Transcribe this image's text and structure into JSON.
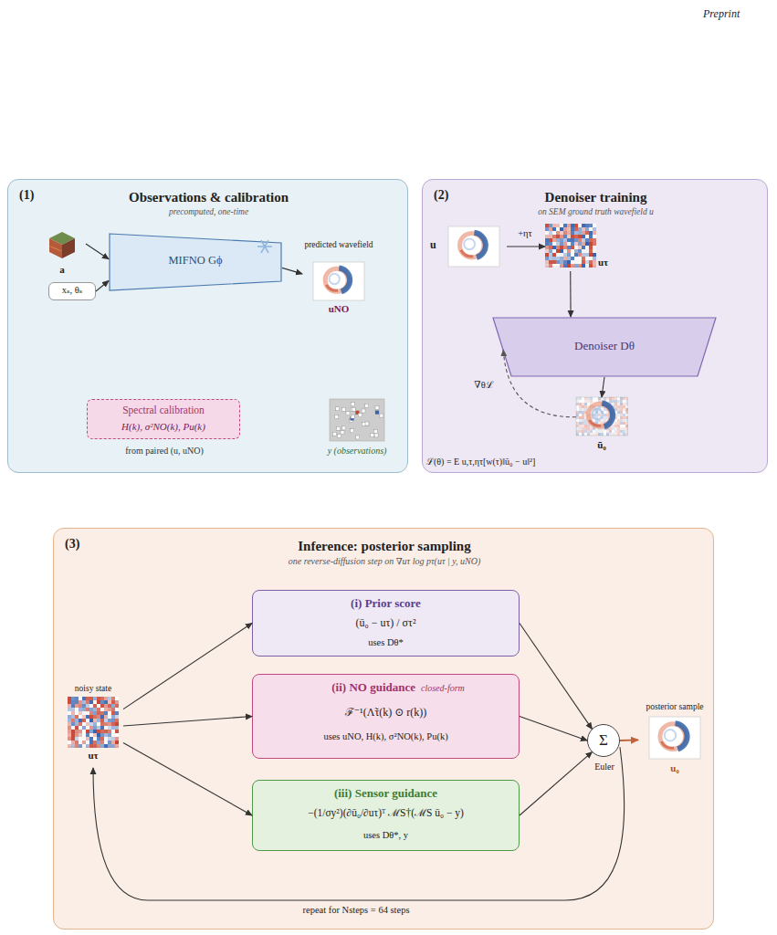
{
  "diagram": {
    "nodes": [
      {
        "text": [
          "(1)",
          "Observations & calibration",
          "precomputed, one-time"
        ]
      },
      {
        "text": [
          "a"
        ],
        "in": 0
      },
      {
        "text": [
          "xₛ, θₛ"
        ],
        "in": 0
      },
      {
        "text": [
          "MIFNO Gϕ"
        ],
        "in": 0
      },
      {
        "text": [
          "predicted wavefield",
          "uNO"
        ],
        "in": 0
      },
      {
        "text": [
          "Spectral calibration",
          "H(k), σ²NO(k), Pu(k)",
          "from paired (u, uNO)"
        ],
        "in": 0
      },
      {
        "text": [
          "y (observations)"
        ],
        "in": 0
      },
      {
        "text": [
          "(2)",
          "Denoiser training",
          "on SEM ground truth wavefield u"
        ]
      },
      {
        "text": [
          "u"
        ],
        "in": 7
      },
      {
        "text": [
          "uτ"
        ],
        "in": 7
      },
      {
        "text": [
          "Denoiser Dθ"
        ],
        "in": 7
      },
      {
        "text": [
          "ū₀"
        ],
        "in": 7
      },
      {
        "text": [
          "(3)",
          "Inference: posterior sampling",
          "one reverse-diffusion step on ∇uτ log pτ(uτ | y, uNO)"
        ]
      },
      {
        "text": [
          "noisy state",
          "uτ"
        ],
        "in": 12
      },
      {
        "text": [
          "(i) Prior score",
          "(ū₀ − uτ) / στ²",
          "uses Dθ*"
        ],
        "in": 12
      },
      {
        "text": [
          "(ii) NO guidance",
          "closed-form",
          "ℱ⁻¹(Λ̃τ(k) ⊙ r(k))",
          "uses uNO, H(k), σ²NO(k), Pu(k)"
        ],
        "in": 12
      },
      {
        "text": [
          "(iii) Sensor guidance",
          "−(1/σy²)(∂ū₀/∂uτ)ᵀ ℳS†(ℳS ū₀ − y)",
          "uses Dθ*, y"
        ],
        "in": 12
      },
      {
        "text": [
          "Σ",
          "Euler"
        ],
        "in": 12
      },
      {
        "text": [
          "posterior sample",
          "u₀"
        ],
        "in": 12
      }
    ],
    "edges": [
      {
        "from": 1,
        "to": 3,
        "arrow": "to"
      },
      {
        "from": 2,
        "to": 3,
        "arrow": "to"
      },
      {
        "from": 3,
        "to": 4,
        "arrow": "to"
      },
      {
        "from": 8,
        "to": 9,
        "label": "+ητ",
        "arrow": "to"
      },
      {
        "from": 9,
        "to": 10,
        "arrow": "to"
      },
      {
        "from": 10,
        "to": 11,
        "arrow": "to"
      },
      {
        "from": 11,
        "to": 10,
        "label": "∇θℒ",
        "arrow": "to"
      },
      {
        "from": 13,
        "to": 14,
        "arrow": "to"
      },
      {
        "from": 13,
        "to": 15,
        "arrow": "to"
      },
      {
        "from": 13,
        "to": 16,
        "arrow": "to"
      },
      {
        "from": 14,
        "to": 17,
        "arrow": "to"
      },
      {
        "from": 15,
        "to": 17,
        "arrow": "to"
      },
      {
        "from": 16,
        "to": 17,
        "arrow": "to"
      },
      {
        "from": 17,
        "to": 18,
        "arrow": "to"
      },
      {
        "from": 17,
        "to": 13,
        "label": "repeat for Nsteps = 64 steps",
        "arrow": "to"
      }
    ],
    "labels": [
      "Preprint",
      "ℒ(θ) = E u,τ,ητ[w(τ)‖ū₀ − u‖²]"
    ]
  }
}
